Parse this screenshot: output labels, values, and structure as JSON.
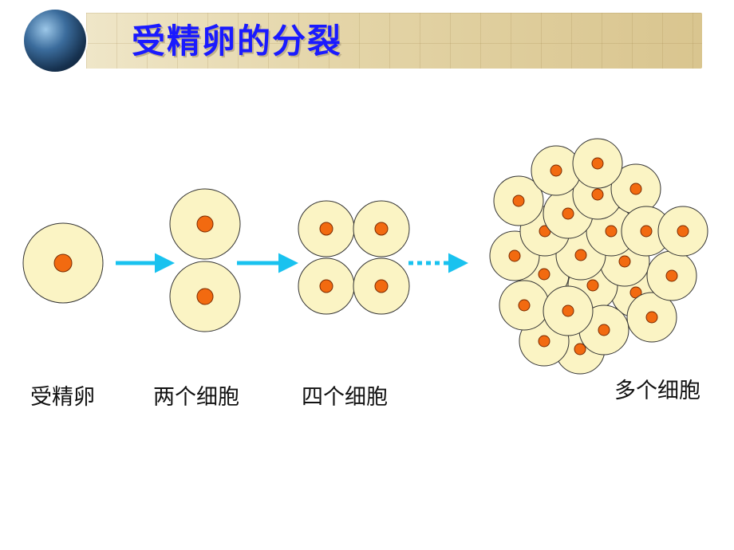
{
  "title": "受精卵的分裂",
  "stages": [
    {
      "label": "受精卵",
      "cells": 1
    },
    {
      "label": "两个细胞",
      "cells": 2
    },
    {
      "label": "四个细胞",
      "cells": 4
    },
    {
      "label": "多个细胞",
      "cells": 24
    }
  ],
  "colors": {
    "cell_fill": "#fbf4c4",
    "cell_stroke": "#333333",
    "nucleus": "#f26a10",
    "arrow": "#19c2ef",
    "title": "#1a1aff"
  }
}
